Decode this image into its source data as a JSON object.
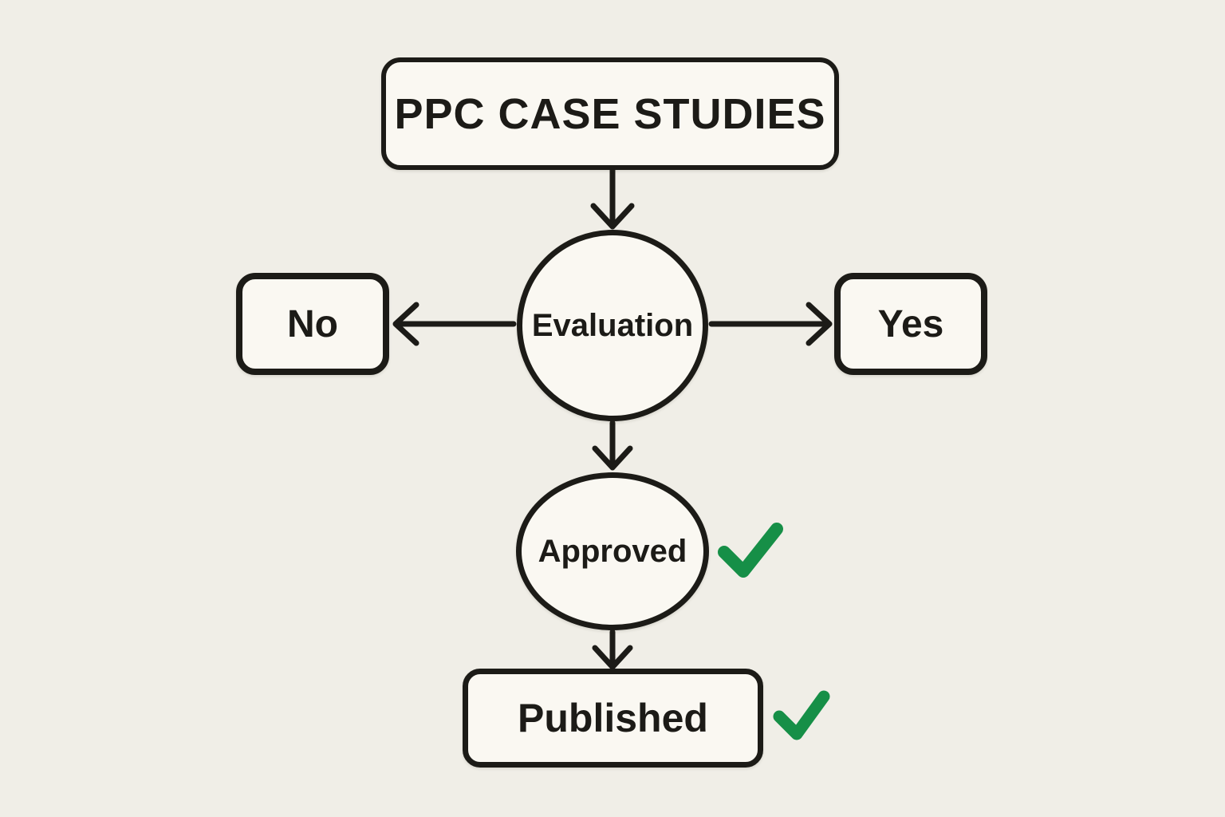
{
  "diagram_title": "PPC CASE STUDIES",
  "colors": {
    "background": "#f0eee7",
    "node_fill": "#faf8f2",
    "stroke": "#1c1b17",
    "check_green": "#168f47"
  },
  "nodes": {
    "title": {
      "label": "PPC CASE STUDIES",
      "shape": "rounded-rectangle"
    },
    "evaluation": {
      "label": "Evaluation",
      "shape": "circle"
    },
    "no": {
      "label": "No",
      "shape": "rounded-rectangle"
    },
    "yes": {
      "label": "Yes",
      "shape": "rounded-rectangle"
    },
    "approved": {
      "label": "Approved",
      "shape": "ellipse",
      "status_icon": "check-icon"
    },
    "published": {
      "label": "Published",
      "shape": "rounded-rectangle",
      "status_icon": "check-icon"
    }
  },
  "edges": [
    {
      "from": "title",
      "to": "evaluation",
      "direction": "down"
    },
    {
      "from": "evaluation",
      "to": "no",
      "direction": "left"
    },
    {
      "from": "evaluation",
      "to": "yes",
      "direction": "right"
    },
    {
      "from": "evaluation",
      "to": "approved",
      "direction": "down"
    },
    {
      "from": "approved",
      "to": "published",
      "direction": "down"
    }
  ]
}
